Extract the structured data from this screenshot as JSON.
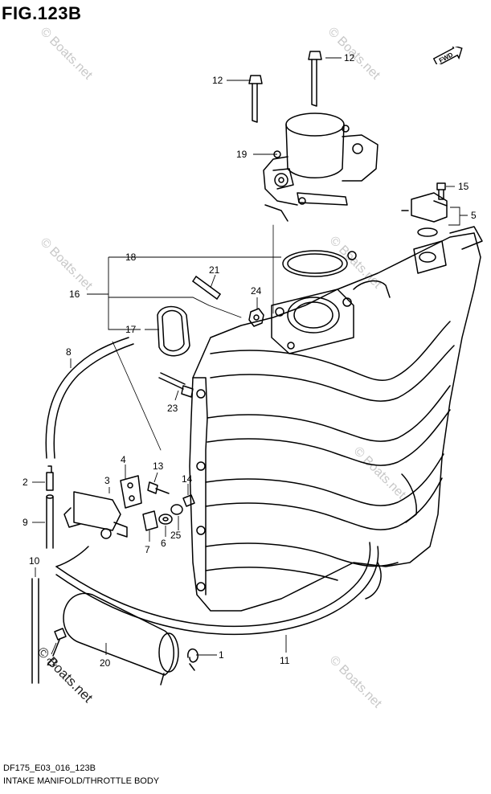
{
  "header": {
    "title": "FIG.123B"
  },
  "fwd_label": "FWD",
  "footer": {
    "code": "DF175_E03_016_123B",
    "title": "INTAKE MANIFOLD/THROTTLE BODY"
  },
  "watermark": "© Boats.net",
  "callouts": {
    "c1": "1",
    "c2": "2",
    "c3": "3",
    "c4": "4",
    "c5": "5",
    "c6": "6",
    "c7": "7",
    "c8": "8",
    "c9": "9",
    "c10": "10",
    "c11": "11",
    "c12a": "12",
    "c12b": "12",
    "c13": "13",
    "c14": "14",
    "c15": "15",
    "c16": "16",
    "c17": "17",
    "c18": "18",
    "c19": "19",
    "c20": "20",
    "c21": "21",
    "c22": "22",
    "c23": "23",
    "c24": "24",
    "c25": "25"
  }
}
